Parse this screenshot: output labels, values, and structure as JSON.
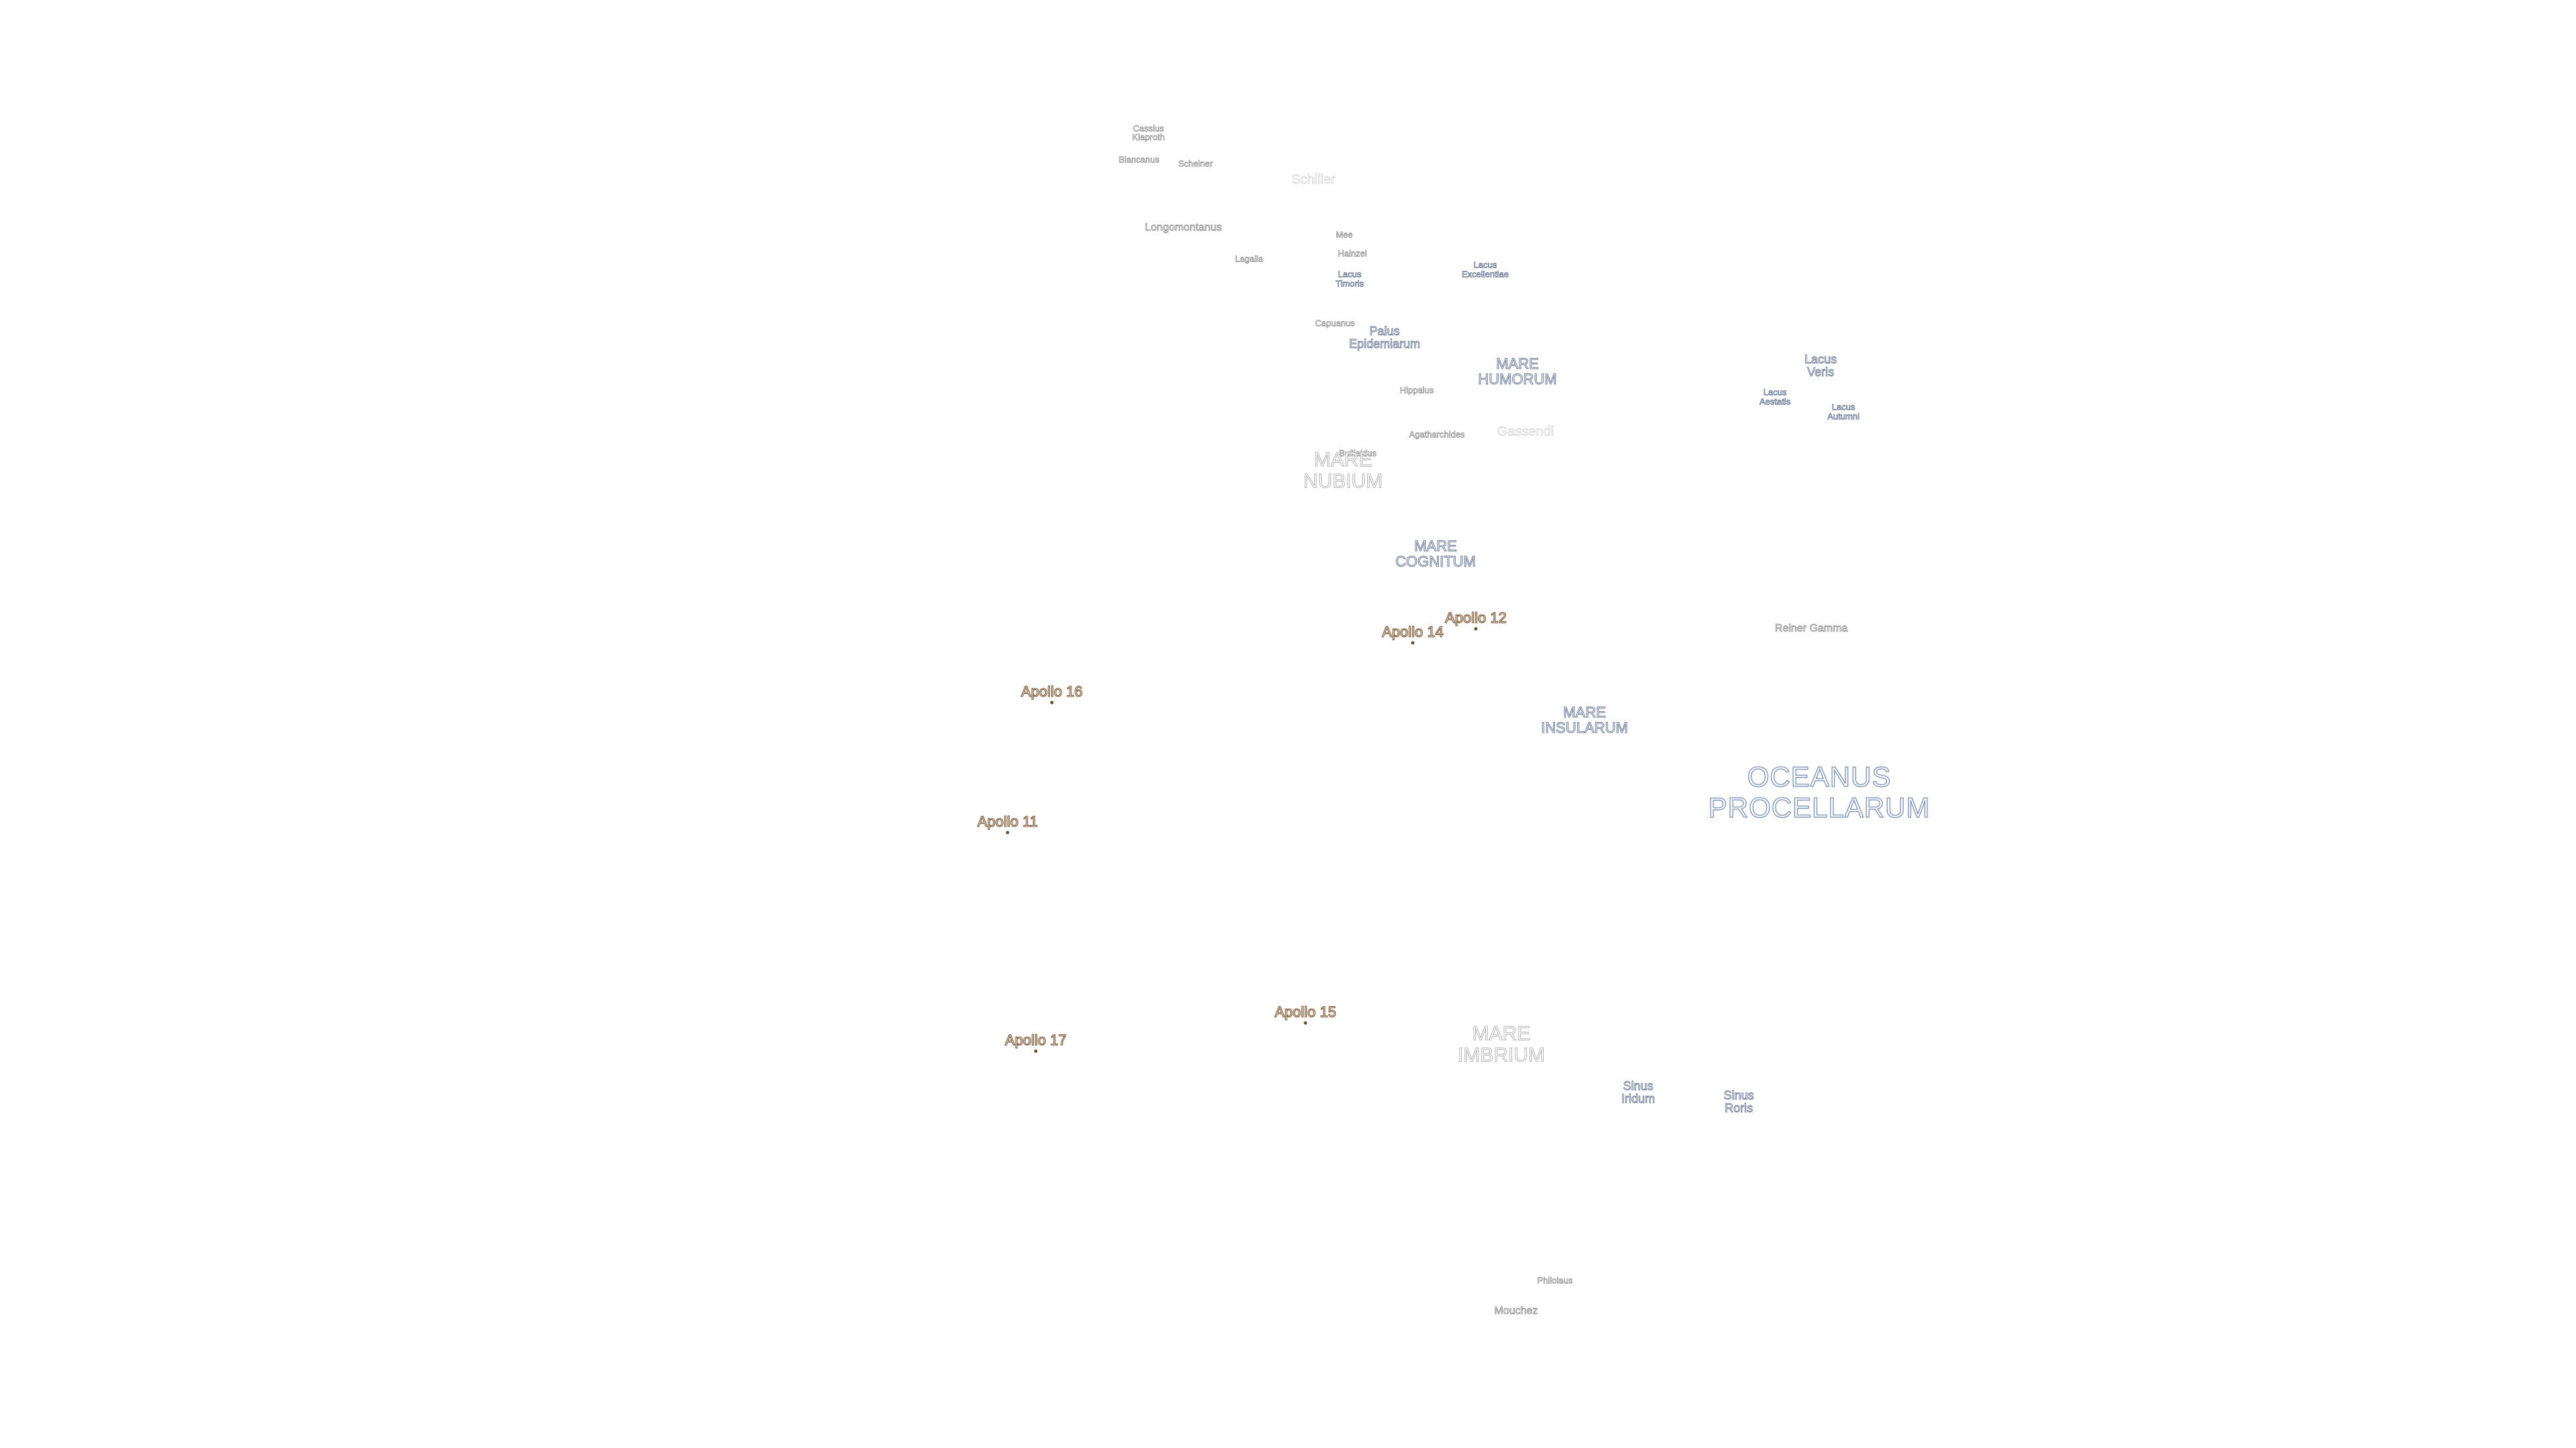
{
  "map": {
    "labels": [
      {
        "id": "cassius-klaproth",
        "text": "Cassius\nKlaproth",
        "kind": "crater-sm"
      },
      {
        "id": "blancanus",
        "text": "Blancanus",
        "kind": "crater-sm"
      },
      {
        "id": "scheiner",
        "text": "Scheiner",
        "kind": "crater-sm"
      },
      {
        "id": "schiller",
        "text": "Schiller",
        "kind": "crater-faded"
      },
      {
        "id": "longomontanus",
        "text": "Longomontanus",
        "kind": "crater"
      },
      {
        "id": "mee",
        "text": "Mee",
        "kind": "crater-sm"
      },
      {
        "id": "hainzel",
        "text": "Hainzel",
        "kind": "crater-sm"
      },
      {
        "id": "lagalla",
        "text": "Lagalla",
        "kind": "crater-sm"
      },
      {
        "id": "lacus-timoris",
        "text": "Lacus\nTimoris",
        "kind": "lacus-sm"
      },
      {
        "id": "lacus-excellentiae",
        "text": "Lacus\nExcellentiae",
        "kind": "lacus-sm"
      },
      {
        "id": "capuanus",
        "text": "Capuanus",
        "kind": "crater-sm"
      },
      {
        "id": "palus-epidemiarum",
        "text": "Palus\nEpidemiarum",
        "kind": "lacus"
      },
      {
        "id": "mare-humorum",
        "text": "MARE\nHUMORUM",
        "kind": "mare"
      },
      {
        "id": "lacus-veris",
        "text": "Lacus\nVeris",
        "kind": "lacus"
      },
      {
        "id": "lacus-aestatis",
        "text": "Lacus\nAestatis",
        "kind": "lacus-sm"
      },
      {
        "id": "lacus-autumni",
        "text": "Lacus\nAutumni",
        "kind": "lacus-sm"
      },
      {
        "id": "hippalus",
        "text": "Hippalus",
        "kind": "crater-sm"
      },
      {
        "id": "agatharchides",
        "text": "Agatharchides",
        "kind": "crater-sm"
      },
      {
        "id": "gassendi",
        "text": "Gassendi",
        "kind": "crater-faded"
      },
      {
        "id": "bullialdus",
        "text": "Bullialdus",
        "kind": "crater-sm"
      },
      {
        "id": "mare-nubium",
        "text": "MARE\nNUBIUM",
        "kind": "mare-faded"
      },
      {
        "id": "mare-cognitum",
        "text": "MARE\nCOGNITUM",
        "kind": "mare"
      },
      {
        "id": "reiner-gamma",
        "text": "Reiner Gamma",
        "kind": "crater"
      },
      {
        "id": "mare-insularum",
        "text": "MARE\nINSULARUM",
        "kind": "mare"
      },
      {
        "id": "oceanus-procellarum",
        "text": "OCEANUS\nPROCELLARUM",
        "kind": "mare-xl"
      },
      {
        "id": "mare-imbrium",
        "text": "MARE\nIMBRIUM",
        "kind": "mare-faded"
      },
      {
        "id": "sinus-iridum",
        "text": "Sinus\nIridum",
        "kind": "lacus"
      },
      {
        "id": "sinus-roris",
        "text": "Sinus\nRoris",
        "kind": "lacus"
      },
      {
        "id": "philolaus",
        "text": "Philolaus",
        "kind": "crater-sm"
      },
      {
        "id": "mouchez",
        "text": "Mouchez",
        "kind": "crater"
      }
    ],
    "landing_sites": [
      {
        "id": "apollo-12",
        "text": "Apollo 12"
      },
      {
        "id": "apollo-14",
        "text": "Apollo 14"
      },
      {
        "id": "apollo-16",
        "text": "Apollo 16"
      },
      {
        "id": "apollo-11",
        "text": "Apollo 11"
      },
      {
        "id": "apollo-15",
        "text": "Apollo 15"
      },
      {
        "id": "apollo-17",
        "text": "Apollo 17"
      }
    ],
    "colors": {
      "background": "#ffffff",
      "mare_outline": "#6f7f99",
      "crater_outline": "#8a8a8a",
      "apollo_outline": "#7a5a3a"
    }
  }
}
